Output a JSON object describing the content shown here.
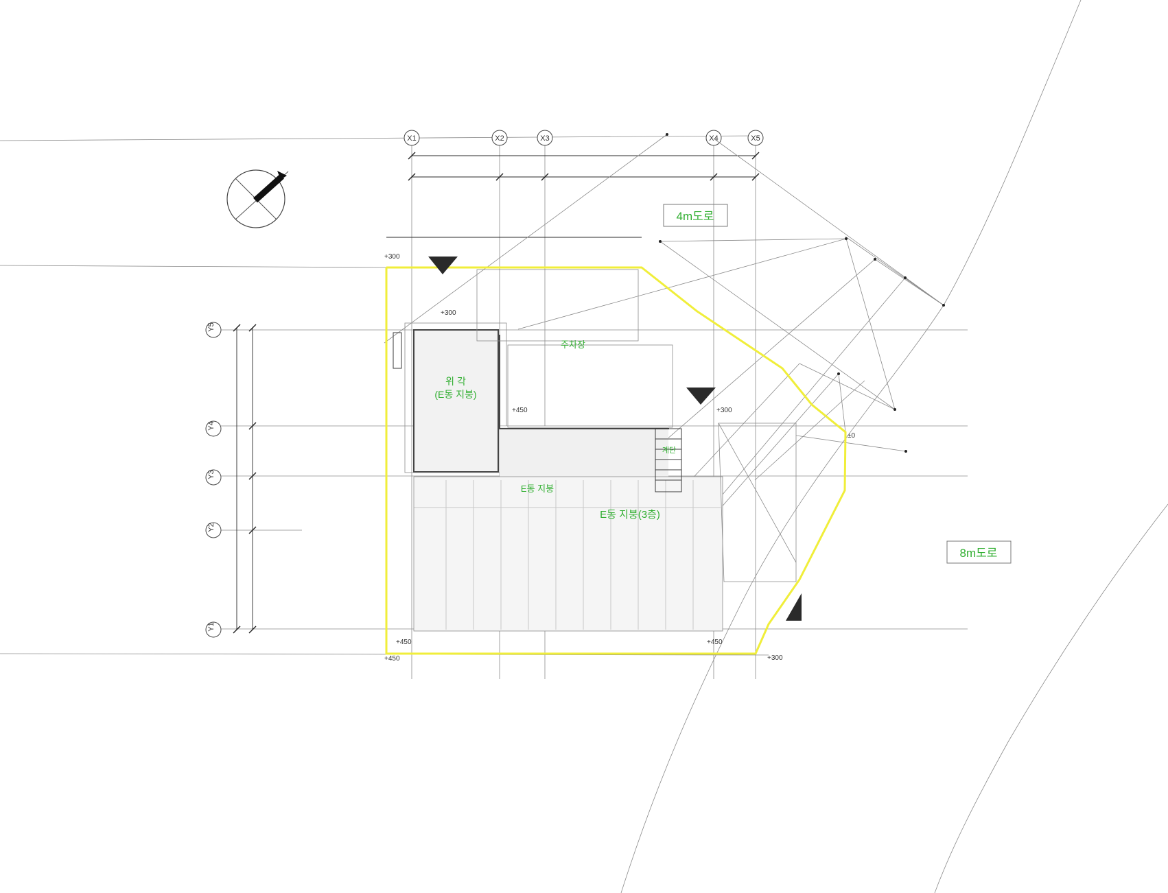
{
  "grid": {
    "x": [
      "X1",
      "X2",
      "X3",
      "X4",
      "X5"
    ],
    "y": [
      "Y5",
      "Y4",
      "Y3",
      "Y2",
      "Y1"
    ]
  },
  "labels": {
    "road_4m": "4m도로",
    "road_8m": "8m도로",
    "room_top": "위 각",
    "room_top_sub": "(E동 지붕)",
    "corridor": "주차장",
    "stair": "계단",
    "zone_e": "E동 지붕",
    "zone_main": "E동 지붕(3층)",
    "level_300_a": "+300",
    "level_300_b": "+300",
    "level_300_c": "+300",
    "level_300_d": "+300",
    "level_450_a": "+450",
    "level_450_b": "+450",
    "level_450_c": "+450",
    "level_450_d": "+450",
    "level_0": "±0"
  },
  "colors": {
    "boundary": "#f0ee3a",
    "annotation": "#2fae2f",
    "linework": "#3a3a3a"
  },
  "icons": [
    "north-arrow-icon",
    "entrance-triangle-icon"
  ]
}
